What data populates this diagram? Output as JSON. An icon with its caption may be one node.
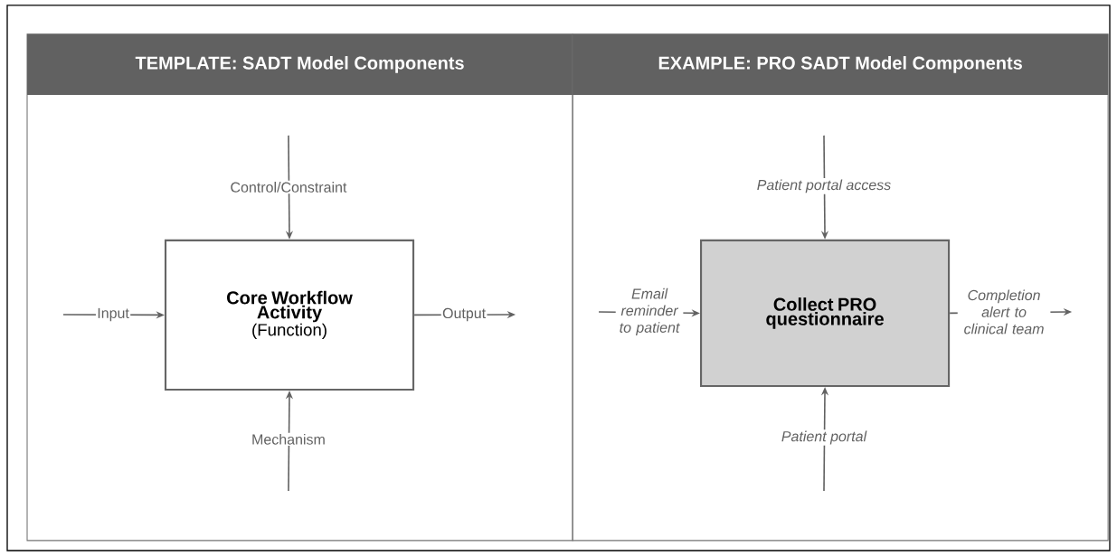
{
  "diagram": {
    "nodes": [
      {
        "text": [
          "TEMPLATE: SADT Model Components"
        ]
      },
      {
        "text": [
          "Core Workflow Activity",
          "(Function)"
        ],
        "in": 0
      },
      {
        "text": [
          "EXAMPLE: PRO SADT Model Components"
        ]
      },
      {
        "text": [
          "Collect PRO questionnaire"
        ],
        "in": 2
      }
    ],
    "edges": [
      {
        "from": null,
        "to": 1,
        "arrow": "to",
        "label": "Control/Constraint"
      },
      {
        "from": null,
        "to": 1,
        "arrow": "to",
        "label": "Input"
      },
      {
        "from": 1,
        "to": null,
        "arrow": "to",
        "label": "Output"
      },
      {
        "from": null,
        "to": 1,
        "arrow": "to",
        "label": "Mechanism"
      },
      {
        "from": null,
        "to": 3,
        "arrow": "to",
        "label": "Patient portal access"
      },
      {
        "from": null,
        "to": 3,
        "arrow": "to",
        "label": "Email reminder to patient"
      },
      {
        "from": 3,
        "to": null,
        "arrow": "to",
        "label": "Completion alert to clinical team"
      },
      {
        "from": null,
        "to": 3,
        "arrow": "to",
        "label": "Patient portal"
      }
    ]
  }
}
